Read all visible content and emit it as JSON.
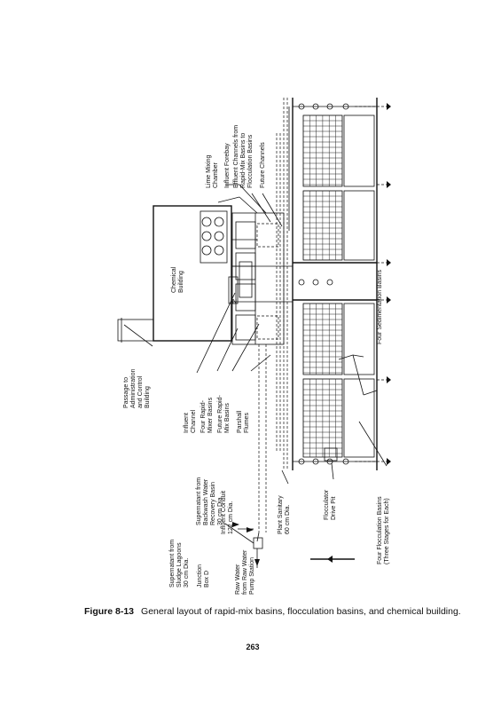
{
  "labels": {
    "passage": [
      "Passage to",
      "Administration",
      "and Control",
      "Building"
    ],
    "chemical_building": [
      "Chemical",
      "Building"
    ],
    "lime_mixing": [
      "Lime Mixing",
      "Chamber"
    ],
    "influent_forebay": [
      "Influent Forebay"
    ],
    "effluent_channels": [
      "Effluent Channels from",
      "Rapid-Mix Basins to",
      "Flocculation Basins"
    ],
    "future_channels": [
      "Future Channels"
    ],
    "influent_channel": [
      "Influent",
      "Channel"
    ],
    "four_rapid_mixer": [
      "Four Rapid-",
      "Mixer Basins"
    ],
    "future_rapid_mix": [
      "Future Rapid-",
      "Mix Basins"
    ],
    "parshall_flumes": [
      "Parshall",
      "Flumes"
    ],
    "supernatant_backwash": [
      "Supernatant from",
      "Backwash Water",
      "Recovery Basin",
      "30 cm Dia."
    ],
    "supernatant_sludge": [
      "Supernatant from",
      "Sludge Lagoons",
      "30 cm Dia."
    ],
    "junction_box": [
      "Junction",
      "Box D"
    ],
    "influent_conduit": [
      "Influent Conduit",
      "122 cm Dia."
    ],
    "raw_water": [
      "Raw Water",
      "from Raw Water",
      "Pump Station"
    ],
    "plant_sanitary": [
      "Plant Sanitary",
      "60 cm Dia."
    ],
    "flocculator_drive": [
      "Flocculator",
      "Drive Pit"
    ],
    "four_flocculation": [
      "Four Flocculation Basins",
      "(Three Stages for Each)"
    ],
    "four_sedimentation": [
      "Four Sedimentation Basins"
    ],
    "north_marker": "N"
  },
  "caption": {
    "number": "Figure 8-13",
    "text": "General layout of rapid-mix basins, flocculation basins, and chemical building."
  },
  "page_number": "263"
}
